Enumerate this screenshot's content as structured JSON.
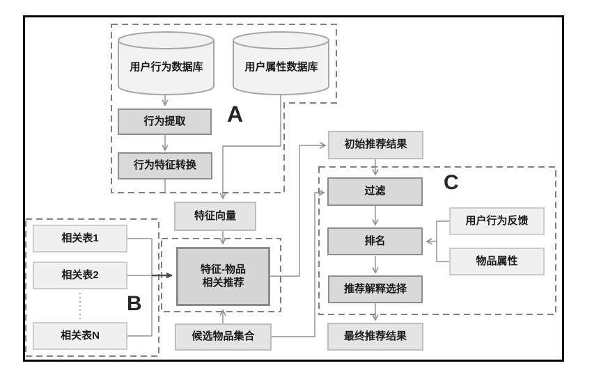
{
  "figure": {
    "type": "flowchart",
    "groups": {
      "a_label": "A",
      "b_label": "B",
      "c_label": "C"
    },
    "nodes": {
      "user_behavior_db": {
        "label": "用户行为数据库",
        "shape": "cylinder",
        "group": "A"
      },
      "user_attribute_db": {
        "label": "用户属性数据库",
        "shape": "cylinder",
        "group": "A"
      },
      "behavior_extraction": {
        "label": "行为提取",
        "group": "A"
      },
      "behavior_feature_transform": {
        "label": "行为特征转换",
        "group": "A"
      },
      "feature_vector": {
        "label": "特征向量"
      },
      "feature_item_rec": {
        "line1": "特征-物品",
        "line2": "相关推荐"
      },
      "related_table_1": {
        "label": "相关表1",
        "group": "B"
      },
      "related_table_2": {
        "label": "相关表2",
        "group": "B"
      },
      "related_table_n": {
        "label": "相关表N",
        "group": "B"
      },
      "candidate_item_set": {
        "label": "候选物品集合"
      },
      "initial_rec_result": {
        "label": "初始推荐结果"
      },
      "filter": {
        "label": "过滤",
        "group": "C"
      },
      "ranking": {
        "label": "排名",
        "group": "C"
      },
      "rec_explanation_selection": {
        "label": "推荐解释选择",
        "group": "C"
      },
      "final_rec_result": {
        "label": "最终推荐结果"
      },
      "user_behavior_feedback": {
        "label": "用户行为反馈"
      },
      "item_attribute": {
        "label": "物品属性"
      }
    },
    "edges": [
      {
        "from": "user_behavior_db",
        "to": "behavior_extraction"
      },
      {
        "from": "behavior_extraction",
        "to": "behavior_feature_transform"
      },
      {
        "from": "behavior_feature_transform",
        "to": "group_a_border"
      },
      {
        "from": "user_attribute_db",
        "to": "feature_vector"
      },
      {
        "from": "feature_vector",
        "to": "feature_item_rec"
      },
      {
        "from": "related_table_1",
        "to": "feature_item_rec"
      },
      {
        "from": "related_table_2",
        "to": "feature_item_rec"
      },
      {
        "from": "related_table_n",
        "to": "feature_item_rec"
      },
      {
        "from": "candidate_item_set",
        "to": "feature_item_rec"
      },
      {
        "from": "candidate_item_set",
        "to": "filter"
      },
      {
        "from": "feature_item_rec",
        "to": "initial_rec_result"
      },
      {
        "from": "initial_rec_result",
        "to": "filter"
      },
      {
        "from": "filter",
        "to": "ranking"
      },
      {
        "from": "ranking",
        "to": "rec_explanation_selection"
      },
      {
        "from": "rec_explanation_selection",
        "to": "final_rec_result"
      },
      {
        "from": "user_behavior_feedback",
        "to": "ranking"
      },
      {
        "from": "item_attribute",
        "to": "ranking"
      }
    ],
    "colors": {
      "frame_border": "#000000",
      "dashed_group_border": "#7f7f7f",
      "connector": "#8f8f8f",
      "bold_arrow": "#4d4d4d",
      "node_dark_fill": "#d9d9d9",
      "node_mid_fill": "#e4e4e4",
      "node_light_fill": "#f0f0f0",
      "cylinder_fill": "#f2f2f2",
      "text": "#1a1a1a"
    }
  }
}
